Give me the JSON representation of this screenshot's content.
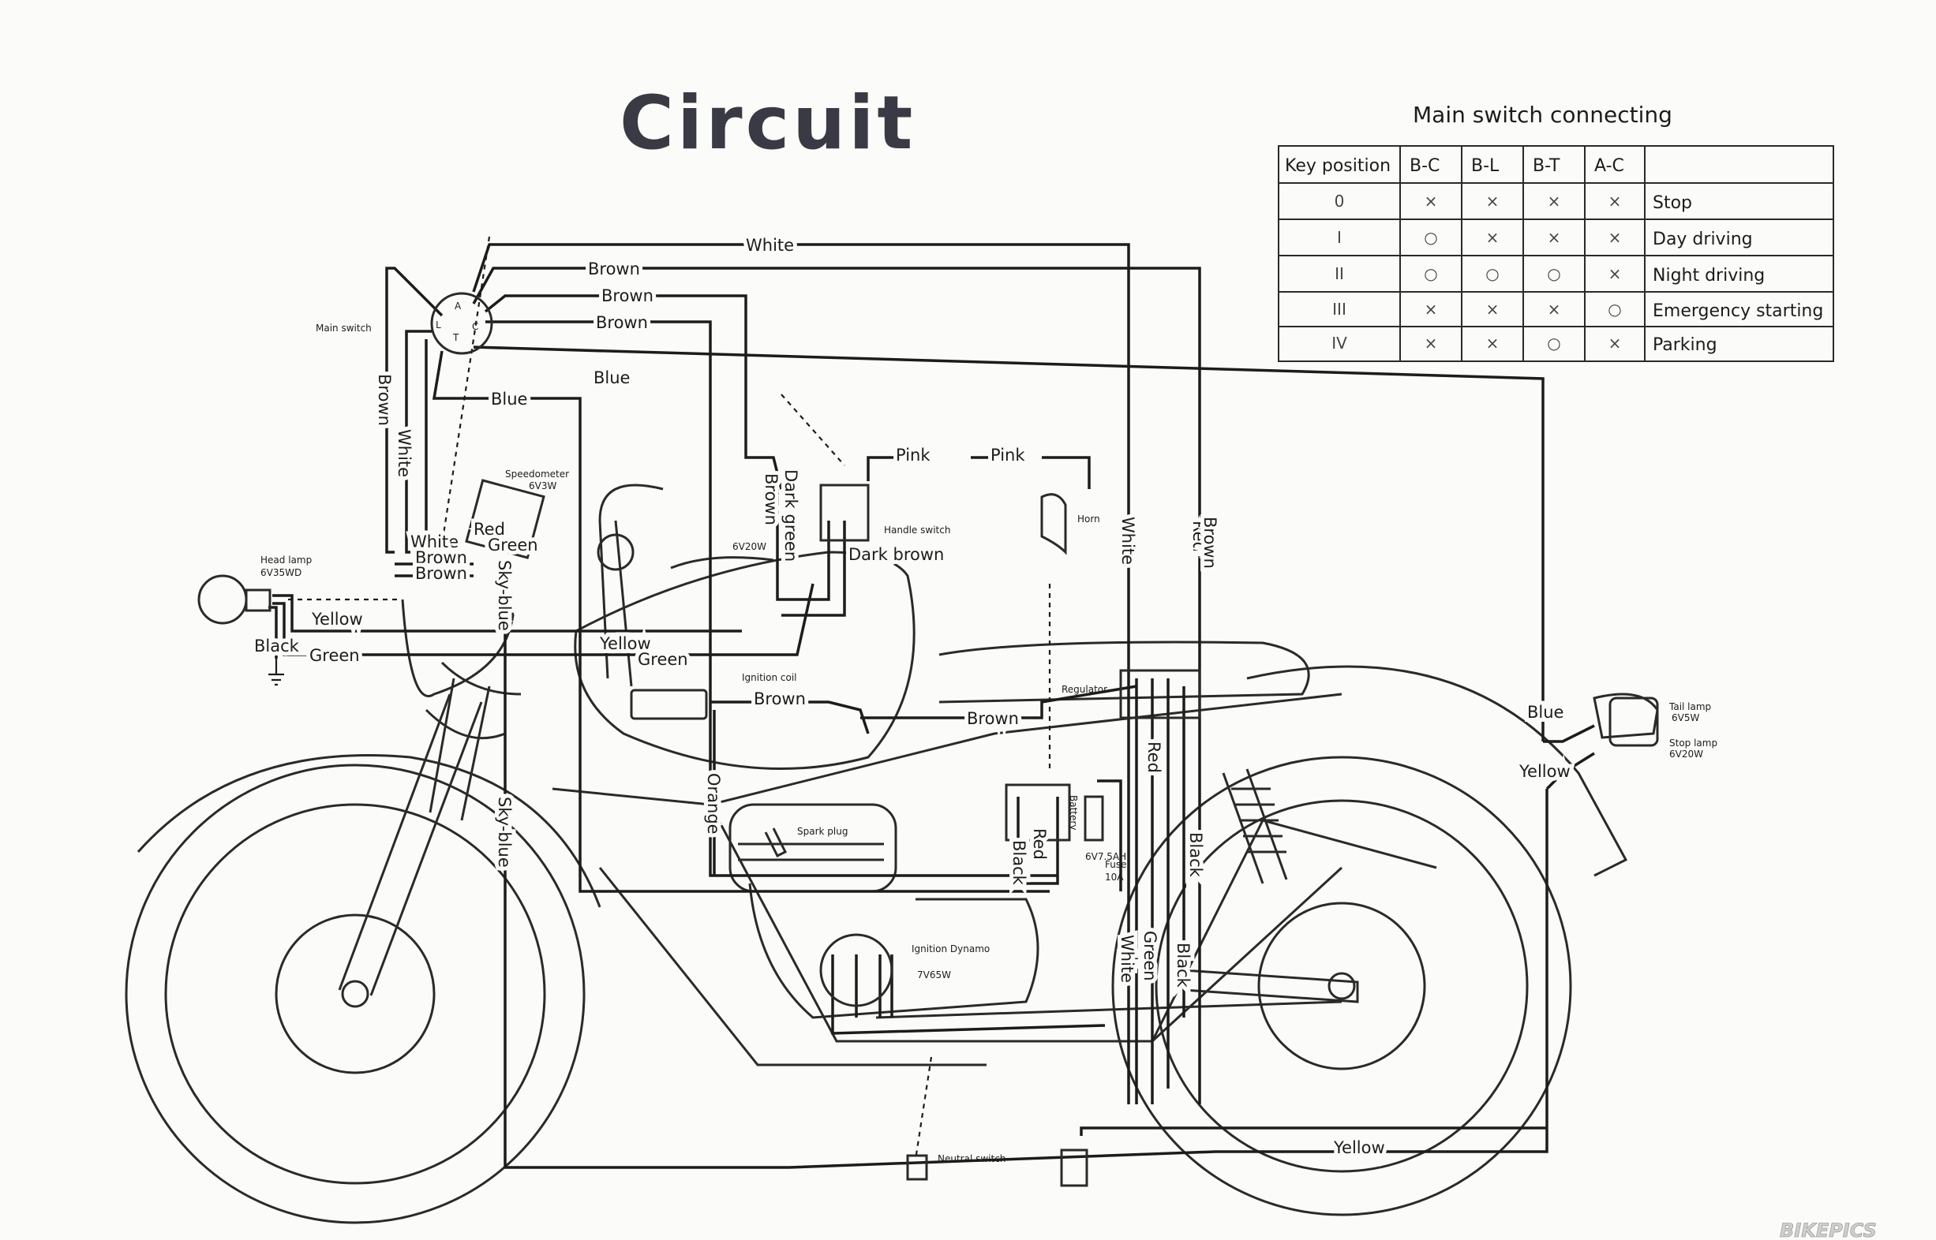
{
  "title": "Circuit",
  "switch_table": {
    "caption": "Main switch connecting",
    "headers": [
      "Key position",
      "B-C",
      "B-L",
      "B-T",
      "A-C",
      ""
    ],
    "rows": [
      {
        "key": "0",
        "cells": [
          "×",
          "×",
          "×",
          "×"
        ],
        "mode": "Stop"
      },
      {
        "key": "I",
        "cells": [
          "○",
          "×",
          "×",
          "×"
        ],
        "mode": "Day driving"
      },
      {
        "key": "II",
        "cells": [
          "○",
          "○",
          "○",
          "×"
        ],
        "mode": "Night driving"
      },
      {
        "key": "III",
        "cells": [
          "×",
          "×",
          "×",
          "○"
        ],
        "mode": "Emergency starting"
      },
      {
        "key": "IV",
        "cells": [
          "×",
          "×",
          "○",
          "×"
        ],
        "mode": "Parking"
      }
    ]
  },
  "components": {
    "main_switch": "Main switch",
    "speedometer": "Speedometer",
    "speedometer_rating": "6V3W",
    "head_lamp": "Head lamp",
    "head_lamp_rating": "6V35WD",
    "handle_switch": "Handle switch",
    "horn": "Horn",
    "indicator_rating": "6V20W",
    "ignition_coil": "Ignition coil",
    "spark_plug": "Spark plug",
    "regulator": "Regulator",
    "battery": "Battery",
    "battery_rating": "6V7.5AH",
    "fuse": "Fuse",
    "fuse_rating": "10A",
    "ignition_dynamo": "Ignition Dynamo",
    "dynamo_rating": "7V65W",
    "neutral_switch": "Neutral switch",
    "tail_lamp": "Tail lamp",
    "tail_lamp_rating": "6V5W",
    "stop_lamp": "Stop lamp",
    "stop_lamp_rating": "6V20W"
  },
  "wire_labels": {
    "white_top": "White",
    "brown_1": "Brown",
    "brown_2": "Brown",
    "brown_3": "Brown",
    "blue_top": "Blue",
    "blue_switch": "Blue",
    "brown_vert_left": "Brown",
    "white_vert_left": "White",
    "white_speedo": "White",
    "brown_speedo_1": "Brown",
    "brown_speedo_2": "Brown",
    "red_speedo": "Red",
    "green_speedo": "Green",
    "sky_blue_1": "Sky-blue",
    "sky_blue_2": "Sky-blue",
    "yellow_lamp": "Yellow",
    "black_lamp": "Black",
    "green_lamp": "Green",
    "yellow_tank": "Yellow",
    "green_tank": "Green",
    "dark_green": "Dark green",
    "brown_handle": "Brown",
    "dark_brown": "Dark brown",
    "pink_1": "Pink",
    "pink_2": "Pink",
    "white_right": "White",
    "red_right": "Red",
    "brown_right": "Brown",
    "brown_coil": "Brown",
    "brown_regulator": "Brown",
    "orange": "Orange",
    "red_battery": "Red",
    "black_battery": "Black",
    "red_reg": "Red",
    "black_reg": "Black",
    "white_dynamo": "White",
    "green_dynamo": "Green",
    "black_dynamo": "Black",
    "blue_tail": "Blue",
    "yellow_tail": "Yellow",
    "yellow_bottom": "Yellow"
  },
  "watermark": "BIKEPICS"
}
